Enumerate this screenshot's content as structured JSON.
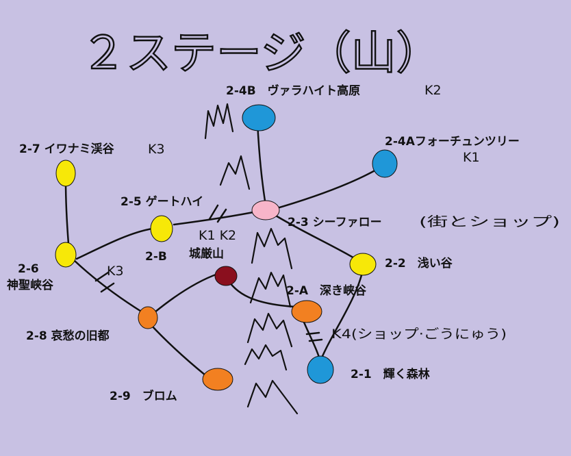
{
  "title": "２ステージ（山）",
  "colors": {
    "background": "#c8c1e3",
    "blue": "#1f97d8",
    "yellow": "#f7e808",
    "pink": "#f7b5c9",
    "orange": "#f28021",
    "maroon": "#8a0f1e"
  },
  "nodes": [
    {
      "id": "2-1",
      "label": "2-1　輝く森林",
      "color": "blue"
    },
    {
      "id": "2-2",
      "label": "2-2　浅い谷",
      "color": "yellow"
    },
    {
      "id": "2-A",
      "label": "2-A　深き峡谷",
      "color": "orange"
    },
    {
      "id": "2-3",
      "label": "2-3 シーファロー",
      "color": "pink"
    },
    {
      "id": "2-4A",
      "label": "2-4Aフォーチュンツリー",
      "color": "blue"
    },
    {
      "id": "2-4B",
      "label": "2-4B　ヴァラハイト高原",
      "color": "blue"
    },
    {
      "id": "2-5",
      "label": "2-5 ゲートハイ",
      "color": "yellow"
    },
    {
      "id": "2-B",
      "label": "2-B",
      "color": "yellow"
    },
    {
      "id": "castle",
      "label": "城厳山",
      "color": "maroon"
    },
    {
      "id": "2-6",
      "label": "2-6",
      "sub": "神聖峡谷",
      "color": "yellow"
    },
    {
      "id": "2-7",
      "label": "2-7 イワナミ渓谷",
      "color": "yellow"
    },
    {
      "id": "2-8",
      "label": "2-8 哀愁の旧都",
      "color": "orange"
    },
    {
      "id": "2-9",
      "label": "2-9　ブロム",
      "color": "orange"
    }
  ],
  "annotations": {
    "k2_top": "K2",
    "k1_right": "K1",
    "k3_left": "K3",
    "k1k2_mid": "K1 K2",
    "k3_mid": "K3",
    "k4": "K4(ショップ·ごうにゅう)",
    "shop_2_3": "(街とショップ)"
  }
}
